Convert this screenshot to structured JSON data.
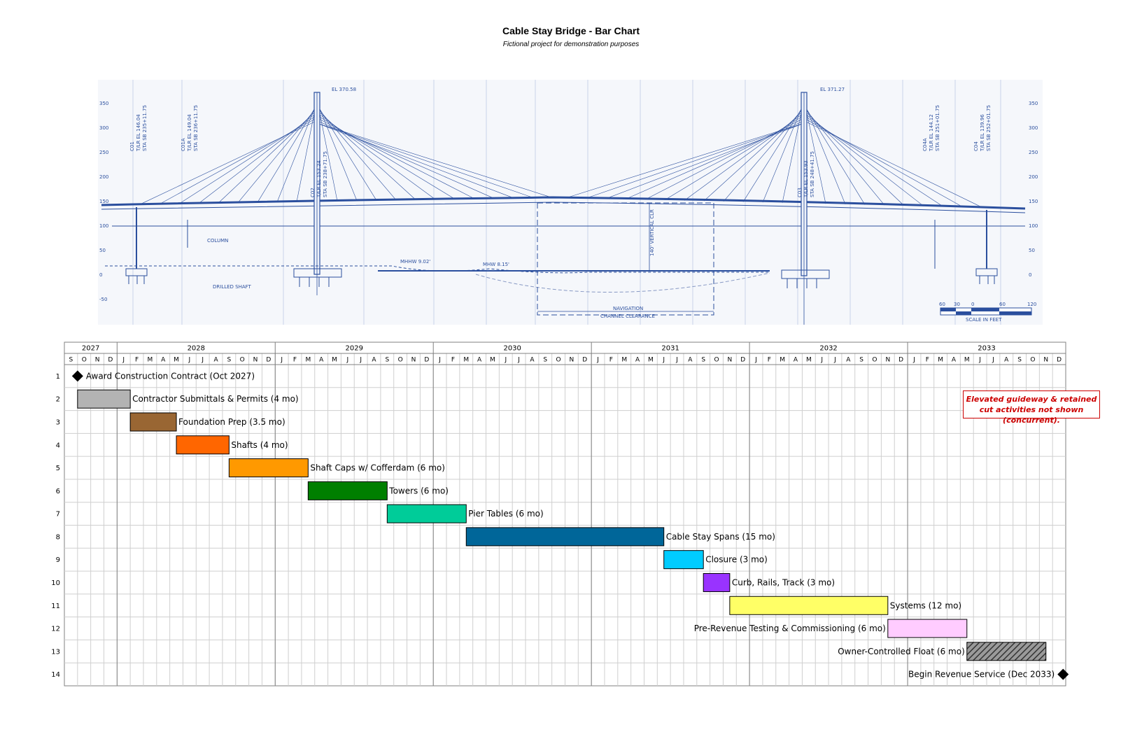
{
  "page": {
    "title": "Cable Stay Bridge - Bar Chart",
    "subtitle": "Fictional project for demonstration purposes",
    "note": "Elevated guideway & retained cut activities not shown (concurrent)."
  },
  "drawing": {
    "axis_left": [
      "350",
      "300",
      "250",
      "200",
      "150",
      "100",
      "50",
      "0",
      "-50"
    ],
    "axis_right": [
      "350",
      "300",
      "250",
      "200",
      "150",
      "100",
      "50",
      "0"
    ],
    "labels": {
      "el_left": "EL 370.58",
      "el_right": "EL 371.27",
      "column": "COLUMN",
      "drilled_shaft": "DRILLED SHAFT",
      "mhhw": "MHHW 9.02'",
      "mhw": "MHW 8.15'",
      "vertical_clr": "140' VERTICAL CLR",
      "navigation": "NAVIGATION",
      "channel_clearance": "CHANNEL CLEARANCE",
      "scale_in_feet": "SCALE IN FEET",
      "scale_ticks": [
        "60",
        "30",
        "0",
        "60",
        "120"
      ],
      "pier_c01": [
        "C01",
        "T/LR EL 146.04",
        "STA SB 235+11.75"
      ],
      "pier_c01a": [
        "C01A",
        "T/LR EL 149.04",
        "STA SB 236+11.75"
      ],
      "pier_c02": [
        "C02",
        "T/LR EL 153.24",
        "STA SB 238+71.75"
      ],
      "pier_c03": [
        "C03",
        "T/LR EL 153.93",
        "STA SB 248+41.75"
      ],
      "pier_c04a": [
        "C04A",
        "T/LR EL 144.12",
        "STA SB 251+01.75"
      ],
      "pier_c04": [
        "C04",
        "T/LR EL 139.96",
        "STA SB 252+01.75"
      ]
    }
  },
  "chart_data": {
    "type": "gantt",
    "years": [
      {
        "label": "2027",
        "months": 4
      },
      {
        "label": "2028",
        "months": 12
      },
      {
        "label": "2029",
        "months": 12
      },
      {
        "label": "2030",
        "months": 12
      },
      {
        "label": "2031",
        "months": 12
      },
      {
        "label": "2032",
        "months": 12
      },
      {
        "label": "2033",
        "months": 12
      }
    ],
    "month_letters": [
      "S",
      "O",
      "N",
      "D",
      "J",
      "F",
      "M",
      "A",
      "M",
      "J",
      "J",
      "A",
      "S",
      "O",
      "N",
      "D",
      "J",
      "F",
      "M",
      "A",
      "M",
      "J",
      "J",
      "A",
      "S",
      "O",
      "N",
      "D",
      "J",
      "F",
      "M",
      "A",
      "M",
      "J",
      "J",
      "A",
      "S",
      "O",
      "N",
      "D",
      "J",
      "F",
      "M",
      "A",
      "M",
      "J",
      "J",
      "A",
      "S",
      "O",
      "N",
      "D",
      "J",
      "F",
      "M",
      "A",
      "M",
      "J",
      "J",
      "A",
      "S",
      "O",
      "N",
      "D",
      "J",
      "F",
      "M",
      "A",
      "M",
      "J",
      "J",
      "A",
      "S",
      "O",
      "N",
      "D"
    ],
    "row_numbers": [
      "1",
      "2",
      "3",
      "4",
      "5",
      "6",
      "7",
      "8",
      "9",
      "10",
      "11",
      "12",
      "13",
      "14"
    ],
    "tasks": [
      {
        "type": "milestone",
        "start": 1,
        "label": "Award Construction Contract (Oct 2027)",
        "label_side": "right"
      },
      {
        "type": "bar",
        "start": 1,
        "duration": 4,
        "color": "#b3b3b3",
        "label": "Contractor Submittals & Permits (4 mo)",
        "label_side": "right"
      },
      {
        "type": "bar",
        "start": 5,
        "duration": 3.5,
        "color": "#996633",
        "label": "Foundation Prep (3.5 mo)",
        "label_side": "right"
      },
      {
        "type": "bar",
        "start": 8.5,
        "duration": 4,
        "color": "#ff6600",
        "label": "Shafts (4 mo)",
        "label_side": "right"
      },
      {
        "type": "bar",
        "start": 12.5,
        "duration": 6,
        "color": "#ff9900",
        "label": "Shaft Caps w/ Cofferdam (6 mo)",
        "label_side": "right"
      },
      {
        "type": "bar",
        "start": 18.5,
        "duration": 6,
        "color": "#007f00",
        "label": "Towers (6 mo)",
        "label_side": "right"
      },
      {
        "type": "bar",
        "start": 24.5,
        "duration": 6,
        "color": "#00cc99",
        "label": "Pier Tables (6 mo)",
        "label_side": "right"
      },
      {
        "type": "bar",
        "start": 30.5,
        "duration": 15,
        "color": "#006699",
        "label": "Cable Stay Spans (15 mo)",
        "label_side": "right"
      },
      {
        "type": "bar",
        "start": 45.5,
        "duration": 3,
        "color": "#00ccff",
        "label": "Closure (3 mo)",
        "label_side": "right"
      },
      {
        "type": "bar",
        "start": 48.5,
        "duration": 2,
        "color": "#9933ff",
        "label": "Curb, Rails, Track (3 mo)",
        "label_side": "right"
      },
      {
        "type": "bar",
        "start": 50.5,
        "duration": 12,
        "color": "#ffff66",
        "label": "Systems (12 mo)",
        "label_side": "right"
      },
      {
        "type": "bar",
        "start": 62.5,
        "duration": 6,
        "color": "#ffccff",
        "label": "Pre-Revenue Testing & Commissioning (6 mo)",
        "label_side": "left"
      },
      {
        "type": "bar",
        "start": 68.5,
        "duration": 6,
        "color": "#8c8c8c",
        "hatched": true,
        "label": "Owner-Controlled Float (6 mo)",
        "label_side": "left"
      },
      {
        "type": "milestone",
        "start": 75.8,
        "label": "Begin Revenue Service (Dec 2033)",
        "label_side": "left"
      }
    ]
  }
}
